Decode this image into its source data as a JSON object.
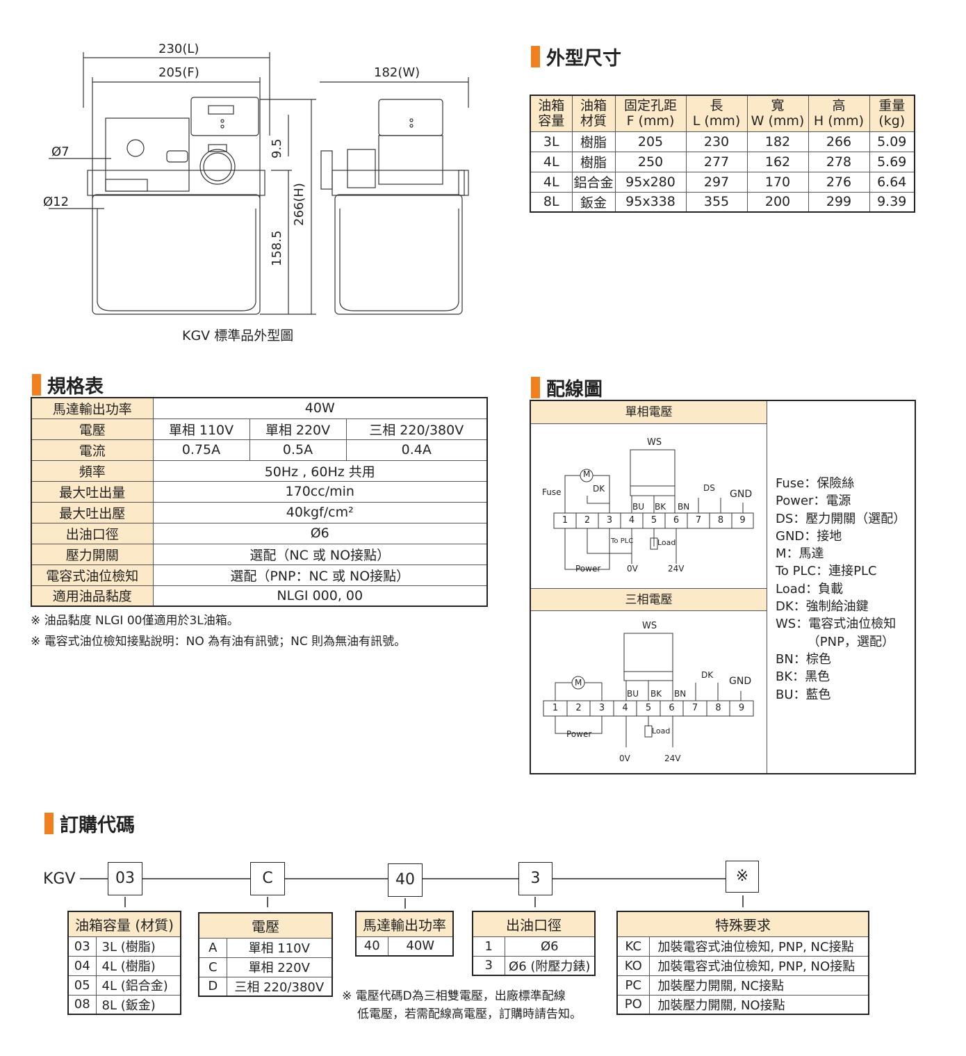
{
  "drawing": {
    "dim_L": "230(L)",
    "dim_F": "205(F)",
    "dim_W": "182(W)",
    "dim_H": "266(H)",
    "dim_95": "9.5",
    "dim_158": "158.5",
    "dia7": "Ø7",
    "dia12": "Ø12",
    "caption": "KGV 標準品外型圖"
  },
  "dimensions": {
    "title": "外型尺寸",
    "headers": [
      "油箱\n容量",
      "油箱\n材質",
      "固定孔距\nF (mm)",
      "長\nL (mm)",
      "寬\nW (mm)",
      "高\nH (mm)",
      "重量\n(kg)"
    ],
    "rows": [
      [
        "3L",
        "樹脂",
        "205",
        "230",
        "182",
        "266",
        "5.09"
      ],
      [
        "4L",
        "樹脂",
        "250",
        "277",
        "162",
        "278",
        "5.69"
      ],
      [
        "4L",
        "鋁合金",
        "95x280",
        "297",
        "170",
        "276",
        "6.64"
      ],
      [
        "8L",
        "鈑金",
        "95x338",
        "355",
        "200",
        "299",
        "9.39"
      ]
    ]
  },
  "spec": {
    "title": "規格表",
    "power_label": "馬達輸出功率",
    "power_value": "40W",
    "voltage_label": "電壓",
    "voltage_values": [
      "單相 110V",
      "單相 220V",
      "三相 220/380V"
    ],
    "current_label": "電流",
    "current_values": [
      "0.75A",
      "0.5A",
      "0.4A"
    ],
    "freq_label": "頻率",
    "freq_value": "50Hz , 60Hz 共用",
    "flow_label": "最大吐出量",
    "flow_value": "170cc/min",
    "pressure_label": "最大吐出壓",
    "pressure_value": "40kgf/cm²",
    "outlet_label": "出油口徑",
    "outlet_value": "Ø6",
    "switch_label": "壓力開關",
    "switch_value": "選配（NC 或 NO接點）",
    "level_label": "電容式油位檢知",
    "level_value": "選配（PNP：NC 或 NO接點）",
    "visc_label": "適用油品黏度",
    "visc_value": "NLGI 000, 00",
    "note1": "※ 油品黏度 NLGI 00僅適用於3L油箱。",
    "note2": "※ 電容式油位檢知接點說明：NO 為有油有訊號；NC 則為無油有訊號。"
  },
  "wiring": {
    "title": "配線圖",
    "single_phase": "單相電壓",
    "three_phase": "三相電壓",
    "labels": {
      "ws": "WS",
      "m": "M",
      "fuse": "Fuse",
      "dk": "DK",
      "ds": "DS",
      "gnd": "GND",
      "bu": "BU",
      "bk": "BK",
      "bn": "BN",
      "toplc": "To PLC",
      "load": "Load",
      "power": "Power",
      "v0": "0V",
      "v24": "24V"
    },
    "terminals": [
      "1",
      "2",
      "3",
      "4",
      "5",
      "6",
      "7",
      "8",
      "9"
    ],
    "legend": "Fuse：保險絲\nPower：電源\nDS：壓力開關（選配）\nGND：接地\nM：馬達\nTo PLC：連接PLC\nLoad：負載\nDK：強制給油鍵\nWS：電容式油位檢知\n        （PNP，選配）\nBN：棕色\nBK：黑色\nBU：藍色"
  },
  "order": {
    "title": "訂購代碼",
    "prefix": "KGV",
    "codes": [
      "03",
      "C",
      "40",
      "3",
      "※"
    ],
    "tank": {
      "header": "油箱容量 (材質)",
      "rows": [
        [
          "03",
          "3L (樹脂)"
        ],
        [
          "04",
          "4L (樹脂)"
        ],
        [
          "05",
          "4L (鋁合金)"
        ],
        [
          "08",
          "8L (鈑金)"
        ]
      ]
    },
    "voltage": {
      "header": "電壓",
      "rows": [
        [
          "A",
          "單相 110V"
        ],
        [
          "C",
          "單相 220V"
        ],
        [
          "D",
          "三相 220/380V"
        ]
      ]
    },
    "power": {
      "header": "馬達輸出功率",
      "rows": [
        [
          "40",
          "40W"
        ]
      ]
    },
    "outlet": {
      "header": "出油口徑",
      "rows": [
        [
          "1",
          "Ø6"
        ],
        [
          "3",
          "Ø6 (附壓力錶)"
        ]
      ]
    },
    "special": {
      "header": "特殊要求",
      "rows": [
        [
          "KC",
          "加裝電容式油位檢知, PNP, NC接點"
        ],
        [
          "KO",
          "加裝電容式油位檢知, PNP, NO接點"
        ],
        [
          "PC",
          "加裝壓力開關, NC接點"
        ],
        [
          "PO",
          "加裝壓力開關, NO接點"
        ]
      ]
    },
    "voltage_note1": "※ 電壓代碼D為三相雙電壓，出廠標準配線",
    "voltage_note2": "低電壓，若需配線高電壓，訂購時請告知。"
  }
}
